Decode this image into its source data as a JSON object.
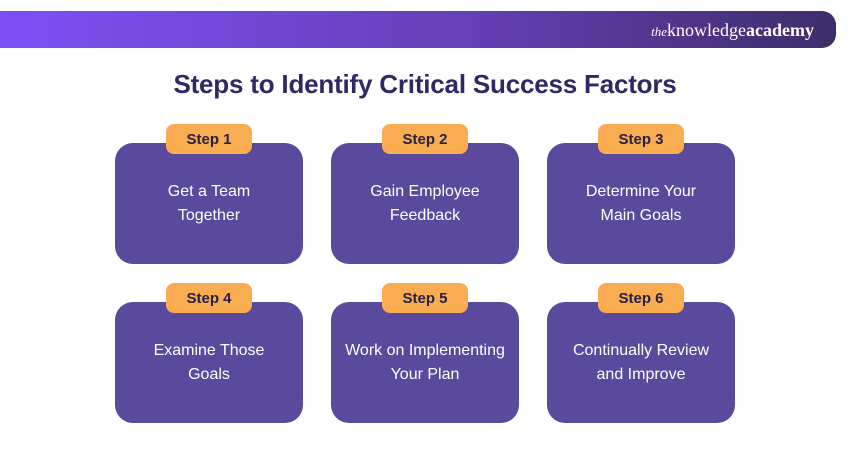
{
  "page": {
    "title": "Steps to Identify Critical Success Factors"
  },
  "header": {
    "logo": {
      "prefix": "the",
      "middle": "knowledge",
      "suffix": "academy"
    }
  },
  "steps": [
    {
      "badge": "Step 1",
      "label": "Get a Team\nTogether"
    },
    {
      "badge": "Step 2",
      "label": "Gain Employee\nFeedback"
    },
    {
      "badge": "Step 3",
      "label": "Determine Your\nMain Goals"
    },
    {
      "badge": "Step 4",
      "label": "Examine Those\nGoals"
    },
    {
      "badge": "Step 5",
      "label": "Work on Implementing\nYour Plan"
    },
    {
      "badge": "Step 6",
      "label": "Continually Review\nand Improve"
    }
  ],
  "colors": {
    "header_gradient_start": "#7e4ff5",
    "header_gradient_end": "#3e2d69",
    "title_text": "#2e2864",
    "card_purple": "#5a4a9d",
    "badge_orange": "#f9ac50",
    "badge_text": "#272145",
    "card_text": "#ffffff",
    "background": "#ffffff"
  }
}
